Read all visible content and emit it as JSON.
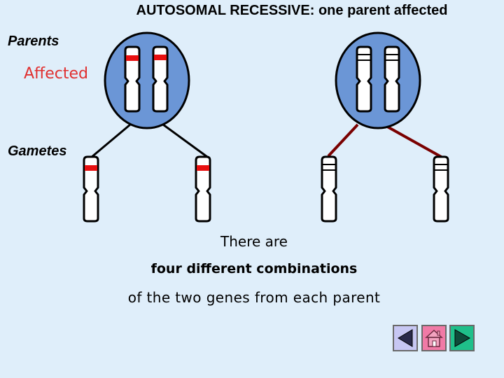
{
  "title": "AUTOSOMAL RECESSIVE: one parent affected",
  "labels": {
    "parents": "Parents",
    "affected": "Affected",
    "gametes": "Gametes"
  },
  "caption": {
    "line1": "There are",
    "line2": "four different combinations",
    "line3": "of the two genes from each parent"
  },
  "colors": {
    "background": "#dfeefa",
    "cell": "#6b96d6",
    "affected_gene": "#e81010",
    "unaffected_gene": "#ffffff",
    "affected_parent_line": "#000000",
    "unaffected_parent_line": "#7a0000"
  },
  "navigation": {
    "back_icon": "triangle-left-icon",
    "home_icon": "house-icon",
    "forward_icon": "triangle-right-icon"
  }
}
